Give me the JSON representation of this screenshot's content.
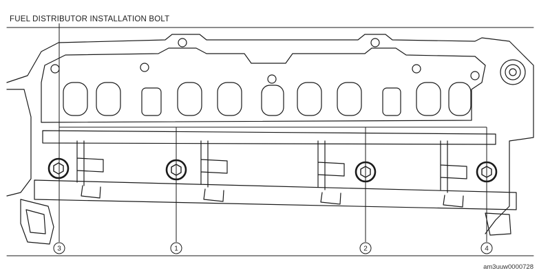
{
  "callout": {
    "label": "FUEL DISTRIBUTOR INSTALLATION BOLT"
  },
  "bolts": [
    {
      "number": "3"
    },
    {
      "number": "1"
    },
    {
      "number": "2"
    },
    {
      "number": "4"
    }
  ],
  "reference_code": "am3uuw0000728",
  "colors": {
    "line": "#1a1a1a",
    "background": "#ffffff"
  }
}
